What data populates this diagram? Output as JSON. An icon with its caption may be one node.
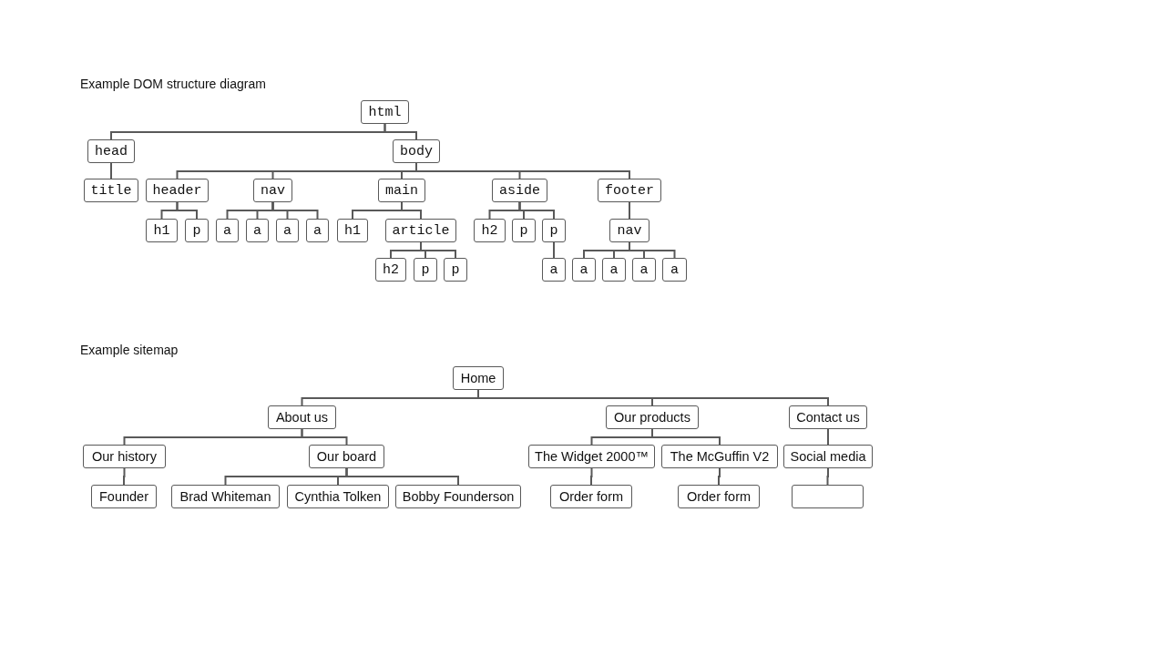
{
  "diagram": {
    "nodes": [
      {
        "text": [
          "html"
        ]
      },
      {
        "text": [
          "head"
        ]
      },
      {
        "text": [
          "body"
        ]
      },
      {
        "text": [
          "title"
        ]
      },
      {
        "text": [
          "header"
        ]
      },
      {
        "text": [
          "nav"
        ]
      },
      {
        "text": [
          "main"
        ]
      },
      {
        "text": [
          "aside"
        ]
      },
      {
        "text": [
          "footer"
        ]
      },
      {
        "text": [
          "h1"
        ]
      },
      {
        "text": [
          "p"
        ]
      },
      {
        "text": [
          "a"
        ]
      },
      {
        "text": [
          "a"
        ]
      },
      {
        "text": [
          "a"
        ]
      },
      {
        "text": [
          "a"
        ]
      },
      {
        "text": [
          "h1"
        ]
      },
      {
        "text": [
          "article"
        ]
      },
      {
        "text": [
          "h2"
        ]
      },
      {
        "text": [
          "p"
        ]
      },
      {
        "text": [
          "p"
        ]
      },
      {
        "text": [
          "nav"
        ]
      },
      {
        "text": [
          "h2"
        ]
      },
      {
        "text": [
          "p"
        ]
      },
      {
        "text": [
          "p"
        ]
      },
      {
        "text": [
          "a"
        ]
      },
      {
        "text": [
          "a"
        ]
      },
      {
        "text": [
          "a"
        ]
      },
      {
        "text": [
          "a"
        ]
      },
      {
        "text": [
          "a"
        ]
      },
      {
        "text": [
          "Home"
        ]
      },
      {
        "text": [
          "About us"
        ]
      },
      {
        "text": [
          "Our products"
        ]
      },
      {
        "text": [
          "Contact us"
        ]
      },
      {
        "text": [
          "Our history"
        ]
      },
      {
        "text": [
          "Our board"
        ]
      },
      {
        "text": [
          "The Widget 2000™"
        ]
      },
      {
        "text": [
          "The McGuffin V2"
        ]
      },
      {
        "text": [
          "Social media"
        ]
      },
      {
        "text": [
          "Founder"
        ]
      },
      {
        "text": [
          "Brad Whiteman"
        ]
      },
      {
        "text": [
          "Cynthia Tolken"
        ]
      },
      {
        "text": [
          "Bobby Founderson"
        ]
      },
      {
        "text": [
          "Order form"
        ]
      },
      {
        "text": [
          "Order form"
        ]
      },
      {
        "text": [],
        "shape": "box"
      }
    ],
    "edges": [
      {
        "from": 0,
        "to": 1,
        "arrow": "none"
      },
      {
        "from": 0,
        "to": 2,
        "arrow": "none"
      },
      {
        "from": 1,
        "to": 3,
        "arrow": "none"
      },
      {
        "from": 2,
        "to": 4,
        "arrow": "none"
      },
      {
        "from": 2,
        "to": 5,
        "arrow": "none"
      },
      {
        "from": 2,
        "to": 6,
        "arrow": "none"
      },
      {
        "from": 2,
        "to": 7,
        "arrow": "none"
      },
      {
        "from": 2,
        "to": 8,
        "arrow": "none"
      },
      {
        "from": 4,
        "to": 9,
        "arrow": "none"
      },
      {
        "from": 4,
        "to": 10,
        "arrow": "none"
      },
      {
        "from": 5,
        "to": 11,
        "arrow": "none"
      },
      {
        "from": 5,
        "to": 12,
        "arrow": "none"
      },
      {
        "from": 5,
        "to": 13,
        "arrow": "none"
      },
      {
        "from": 5,
        "to": 14,
        "arrow": "none"
      },
      {
        "from": 6,
        "to": 15,
        "arrow": "none"
      },
      {
        "from": 6,
        "to": 16,
        "arrow": "none"
      },
      {
        "from": 7,
        "to": 17,
        "arrow": "none"
      },
      {
        "from": 7,
        "to": 18,
        "arrow": "none"
      },
      {
        "from": 7,
        "to": 19,
        "arrow": "none"
      },
      {
        "from": 8,
        "to": 20,
        "arrow": "none"
      },
      {
        "from": 16,
        "to": 21,
        "arrow": "none"
      },
      {
        "from": 16,
        "to": 22,
        "arrow": "none"
      },
      {
        "from": 16,
        "to": 23,
        "arrow": "none"
      },
      {
        "from": 19,
        "to": 24,
        "arrow": "none"
      },
      {
        "from": 20,
        "to": 25,
        "arrow": "none"
      },
      {
        "from": 20,
        "to": 26,
        "arrow": "none"
      },
      {
        "from": 20,
        "to": 27,
        "arrow": "none"
      },
      {
        "from": 20,
        "to": 28,
        "arrow": "none"
      },
      {
        "from": 29,
        "to": 30,
        "arrow": "none"
      },
      {
        "from": 29,
        "to": 31,
        "arrow": "none"
      },
      {
        "from": 29,
        "to": 32,
        "arrow": "none"
      },
      {
        "from": 30,
        "to": 33,
        "arrow": "none"
      },
      {
        "from": 30,
        "to": 34,
        "arrow": "none"
      },
      {
        "from": 31,
        "to": 35,
        "arrow": "none"
      },
      {
        "from": 31,
        "to": 36,
        "arrow": "none"
      },
      {
        "from": 32,
        "to": 37,
        "arrow": "none"
      },
      {
        "from": 33,
        "to": 38,
        "arrow": "none"
      },
      {
        "from": 34,
        "to": 39,
        "arrow": "none"
      },
      {
        "from": 34,
        "to": 40,
        "arrow": "none"
      },
      {
        "from": 34,
        "to": 41,
        "arrow": "none"
      },
      {
        "from": 35,
        "to": 42,
        "arrow": "none"
      },
      {
        "from": 36,
        "to": 43,
        "arrow": "none"
      },
      {
        "from": 37,
        "to": 44,
        "arrow": "none"
      }
    ],
    "labels": [
      "Example DOM structure diagram",
      "Example sitemap"
    ]
  }
}
